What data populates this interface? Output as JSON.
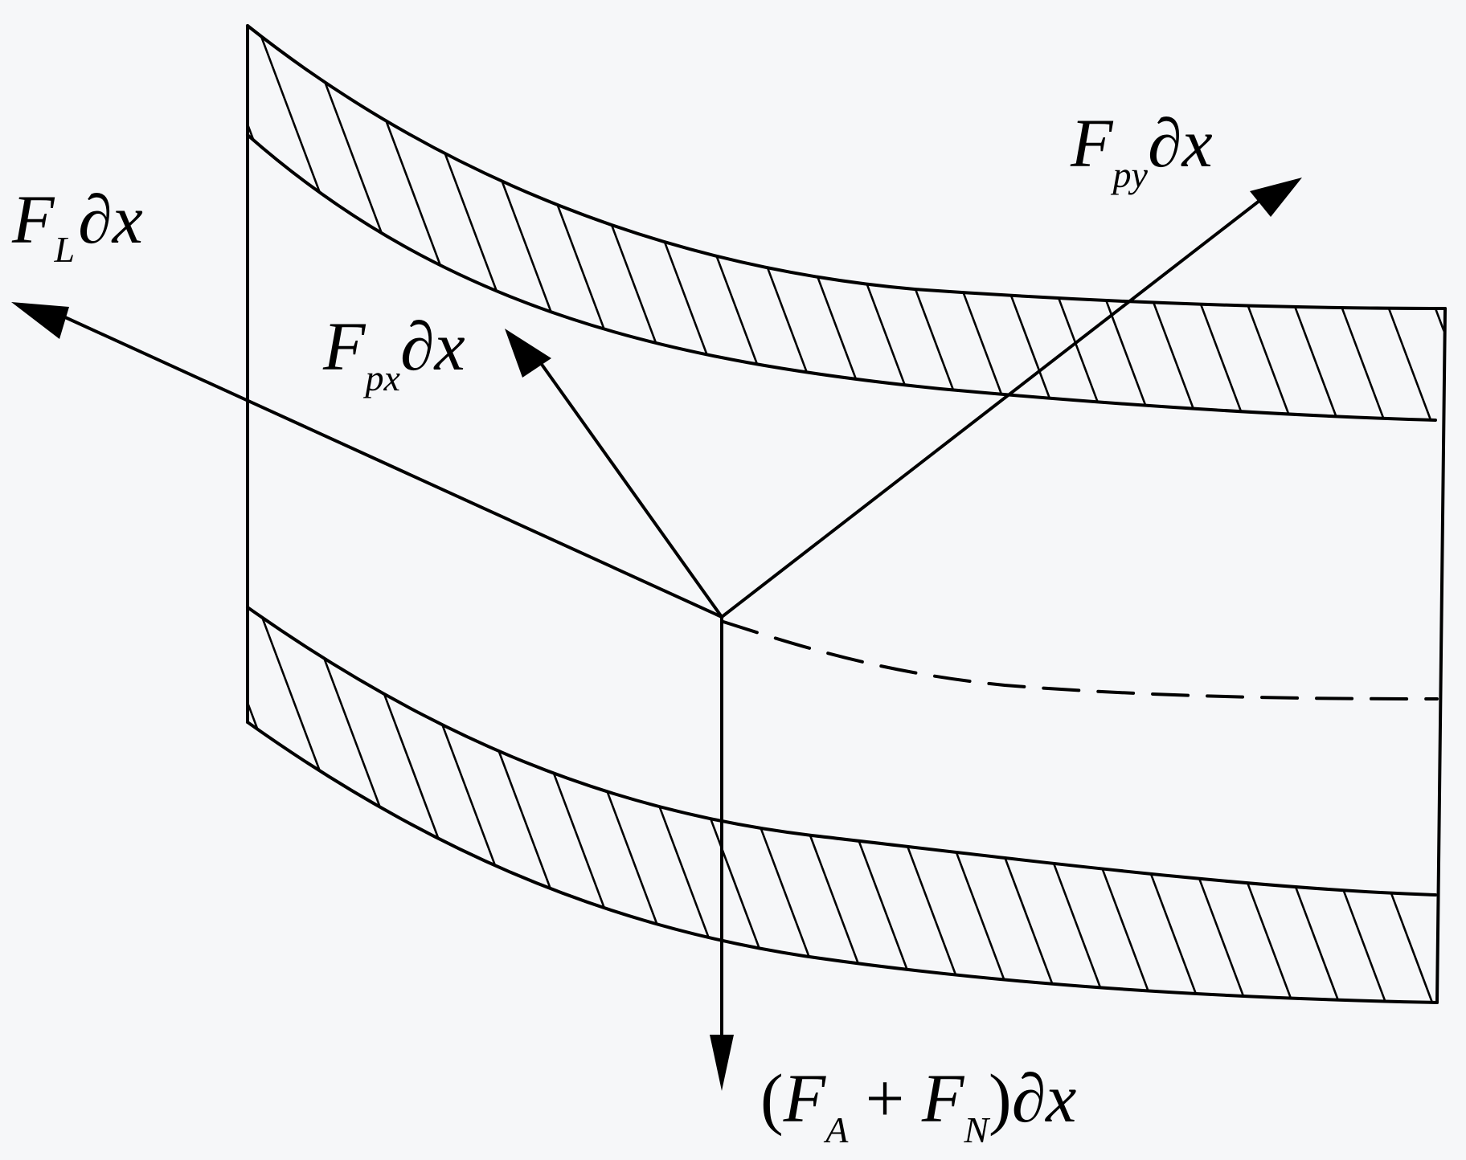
{
  "labels": {
    "fl": {
      "main": "F",
      "sub": "L",
      "tail": "∂x"
    },
    "fpx": {
      "main": "F",
      "sub": "px",
      "tail": "∂x"
    },
    "fpy": {
      "main": "F",
      "sub": "py",
      "tail": "∂x"
    },
    "fan": {
      "open": "(",
      "f1": "F",
      "s1": "A",
      "plus": " + ",
      "f2": "F",
      "s2": "N",
      "close": ")",
      "tail": "∂x"
    }
  },
  "colors": {
    "stroke": "#000000",
    "background": "#f6f7f9"
  }
}
